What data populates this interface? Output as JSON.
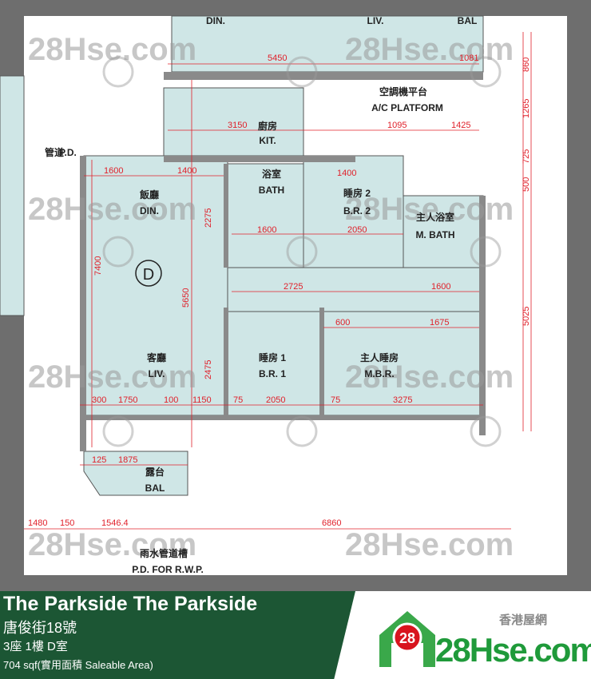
{
  "watermark": "28Hse.com",
  "watermark_badge": "28",
  "plan": {
    "unit_marker": "D",
    "rooms": [
      {
        "cn": "廚房",
        "en": "KIT."
      },
      {
        "cn": "浴室",
        "en": "BATH"
      },
      {
        "cn": "飯廳",
        "en": "DIN."
      },
      {
        "cn": "客廳",
        "en": "LIV."
      },
      {
        "cn": "睡房 2",
        "en": "B.R. 2"
      },
      {
        "cn": "主人浴室",
        "en": "M. BATH"
      },
      {
        "cn": "睡房 1",
        "en": "B.R. 1"
      },
      {
        "cn": "主人睡房",
        "en": "M.B.R."
      },
      {
        "cn": "露台",
        "en": "BAL"
      },
      {
        "cn": "空調機平台",
        "en": "A/C PLATFORM"
      },
      {
        "cn": "雨水管道槽",
        "en": "P.D. FOR R.W.P."
      },
      {
        "cn": "管道",
        "en": "P.D."
      }
    ],
    "top_labels": [
      "DIN.",
      "LIV.",
      "BAL"
    ],
    "dimensions": [
      "5450",
      "1081",
      "3150",
      "1095",
      "1425",
      "1600",
      "1400",
      "1400",
      "2050",
      "1600",
      "2725",
      "1600",
      "600",
      "1675",
      "300",
      "1750",
      "100",
      "1150",
      "75",
      "2050",
      "75",
      "3275",
      "125",
      "1875",
      "1480",
      "150",
      "1546.4",
      "6860",
      "7400",
      "5650",
      "2275",
      "2475",
      "5025",
      "860",
      "1265",
      "725",
      "500"
    ]
  },
  "footer": {
    "title": "The Parkside The Parkside",
    "address": "唐俊街18號",
    "unit": "3座 1樓 D室",
    "area": "704 sqf(實用面積 Saleable Area)",
    "logo_cn": "香港屋網",
    "logo_text": "28Hse.com",
    "logo_badge": "28",
    "brand_green": "#1c5634",
    "logo_green": "#1f9a3a",
    "logo_red": "#d8141e"
  }
}
